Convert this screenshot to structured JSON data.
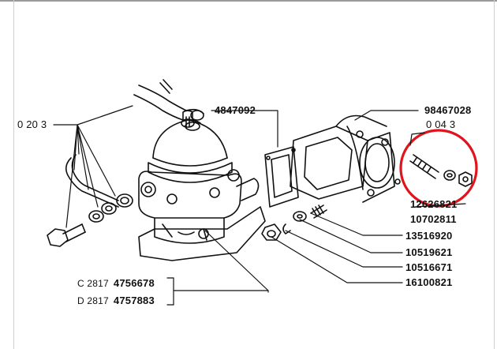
{
  "labels": {
    "group_0203": "0 20 3",
    "part_4847092": "4847092",
    "part_98467028": "98467028",
    "group_0043": "0 04 3",
    "part_12626821": "12626821",
    "part_10702811": "10702811",
    "part_13516920": "13516920",
    "part_10519621": "10519621",
    "part_10516671": "10516671",
    "part_16100821": "16100821"
  },
  "variants": [
    {
      "prefix": "C 2817",
      "number": "4756678"
    },
    {
      "prefix": "D 2817",
      "number": "4757883"
    }
  ],
  "colors": {
    "ink": "#111111",
    "highlight": "#e0141c",
    "frame": "#9a9a9a"
  }
}
